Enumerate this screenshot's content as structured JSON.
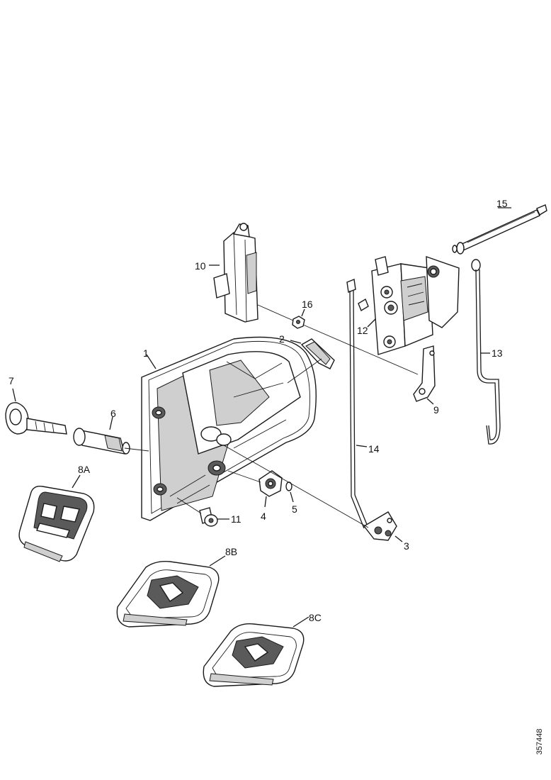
{
  "callouts": {
    "c1": "1",
    "c2": "2",
    "c3": "3",
    "c4": "4",
    "c5": "5",
    "c6": "6",
    "c7": "7",
    "c8a": "8A",
    "c8b": "8B",
    "c8c": "8C",
    "c9": "9",
    "c10": "10",
    "c11": "11",
    "c12": "12",
    "c13": "13",
    "c14": "14",
    "c15": "15",
    "c16": "16"
  },
  "document_number": "357448"
}
